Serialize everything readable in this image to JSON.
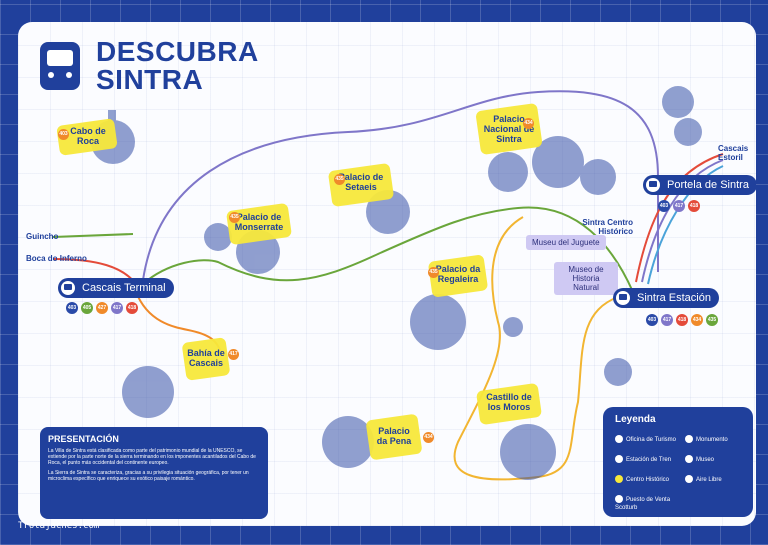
{
  "title": {
    "line1": "DESCUBRA",
    "line2": "SINTRA"
  },
  "terminals": [
    {
      "id": "cascais-terminal",
      "label": "Cascais Terminal"
    },
    {
      "id": "portela-de-sintra",
      "label": "Portela de Sintra"
    },
    {
      "id": "sintra-estacion",
      "label": "Sintra Estación"
    }
  ],
  "places": [
    {
      "id": "cabo-de-roca",
      "label": "Cabo de Roca"
    },
    {
      "id": "palacio-nacional",
      "label": "Palacio Nacional de Sintra"
    },
    {
      "id": "palacio-setaeis",
      "label": "Palacio de Setaeis"
    },
    {
      "id": "palacio-monserrate",
      "label": "Palacio de Monserrate"
    },
    {
      "id": "palacio-regaleira",
      "label": "Palacio da Regaleira"
    },
    {
      "id": "bahia-cascais",
      "label": "Bahía de Cascais"
    },
    {
      "id": "palacio-pena",
      "label": "Palacio da Pena"
    },
    {
      "id": "castillo-moros",
      "label": "Castillo de los Moros"
    }
  ],
  "edge_labels": {
    "guincho": "Guincho",
    "boca": "Boca do Inferno",
    "cascais_estoril": "Cascais Estoril",
    "sintra_centro": "Sintra Centro Histórico"
  },
  "museums": [
    {
      "id": "museo-juguete",
      "label": "Museu del Juguete"
    },
    {
      "id": "museo-historia",
      "label": "Museo de Historia Natural"
    }
  ],
  "route_nums": {
    "cascais": [
      "403",
      "405",
      "427",
      "417",
      "418"
    ],
    "portela": [
      "403",
      "417",
      "418"
    ],
    "estacion": [
      "403",
      "417",
      "418",
      "434",
      "435"
    ]
  },
  "presentation": {
    "heading": "PRESENTACIÓN",
    "p1": "La Villa de Sintra está clasificada como parte del patrimonio mundial de la UNESCO, se extiende por la parte norte de la sierra terminando en los imponentes acantilados del Cabo de Roca, el punto más occidental del continente europeo.",
    "p2": "La Sierra de Sintra se caracteriza, gracias a su privilegia situación geográfica, por tener un microclima específico que enriquece su exótico paisaje romántico."
  },
  "legend": {
    "heading": "Leyenda",
    "items": [
      "Oficina de Turismo",
      "Monumento",
      "Estación de Tren",
      "Museo",
      "Centro Histórico",
      "Aire Libre",
      "Puesto de Venta Scotturb"
    ]
  },
  "footer": "Trotajaches.com",
  "colors": {
    "blue": "#20409c",
    "yellow": "#f7e83b",
    "orange": "#f08a2a",
    "green": "#6aa63b",
    "purple": "#7f76c9",
    "red": "#e44b3a"
  }
}
